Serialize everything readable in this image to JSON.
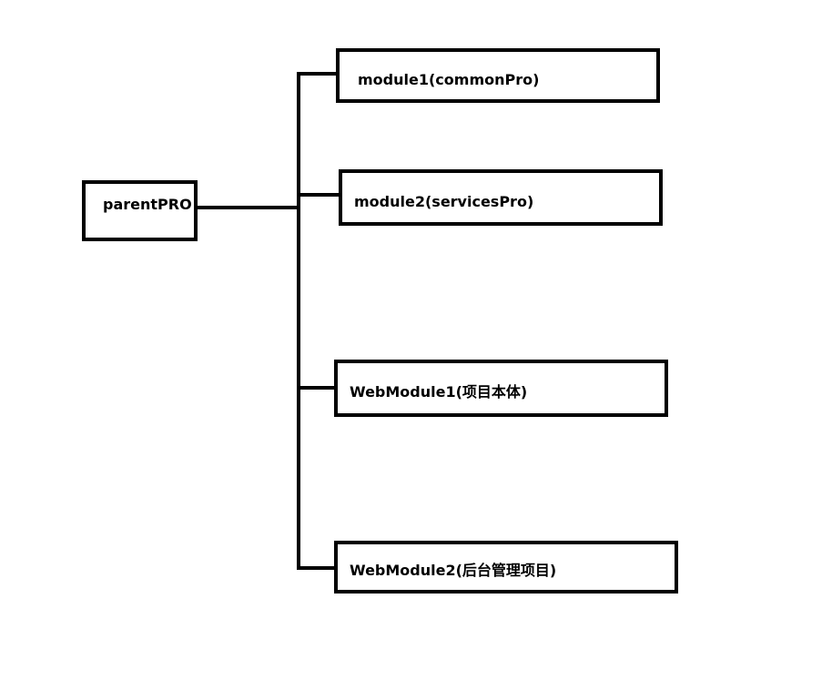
{
  "diagram": {
    "root": {
      "label": "parentPRO"
    },
    "children": [
      {
        "label": "module1(commonPro)"
      },
      {
        "label": "module2(servicesPro)"
      },
      {
        "label": "WebModule1(项目本体)"
      },
      {
        "label": "WebModule2(后台管理项目)"
      }
    ]
  }
}
